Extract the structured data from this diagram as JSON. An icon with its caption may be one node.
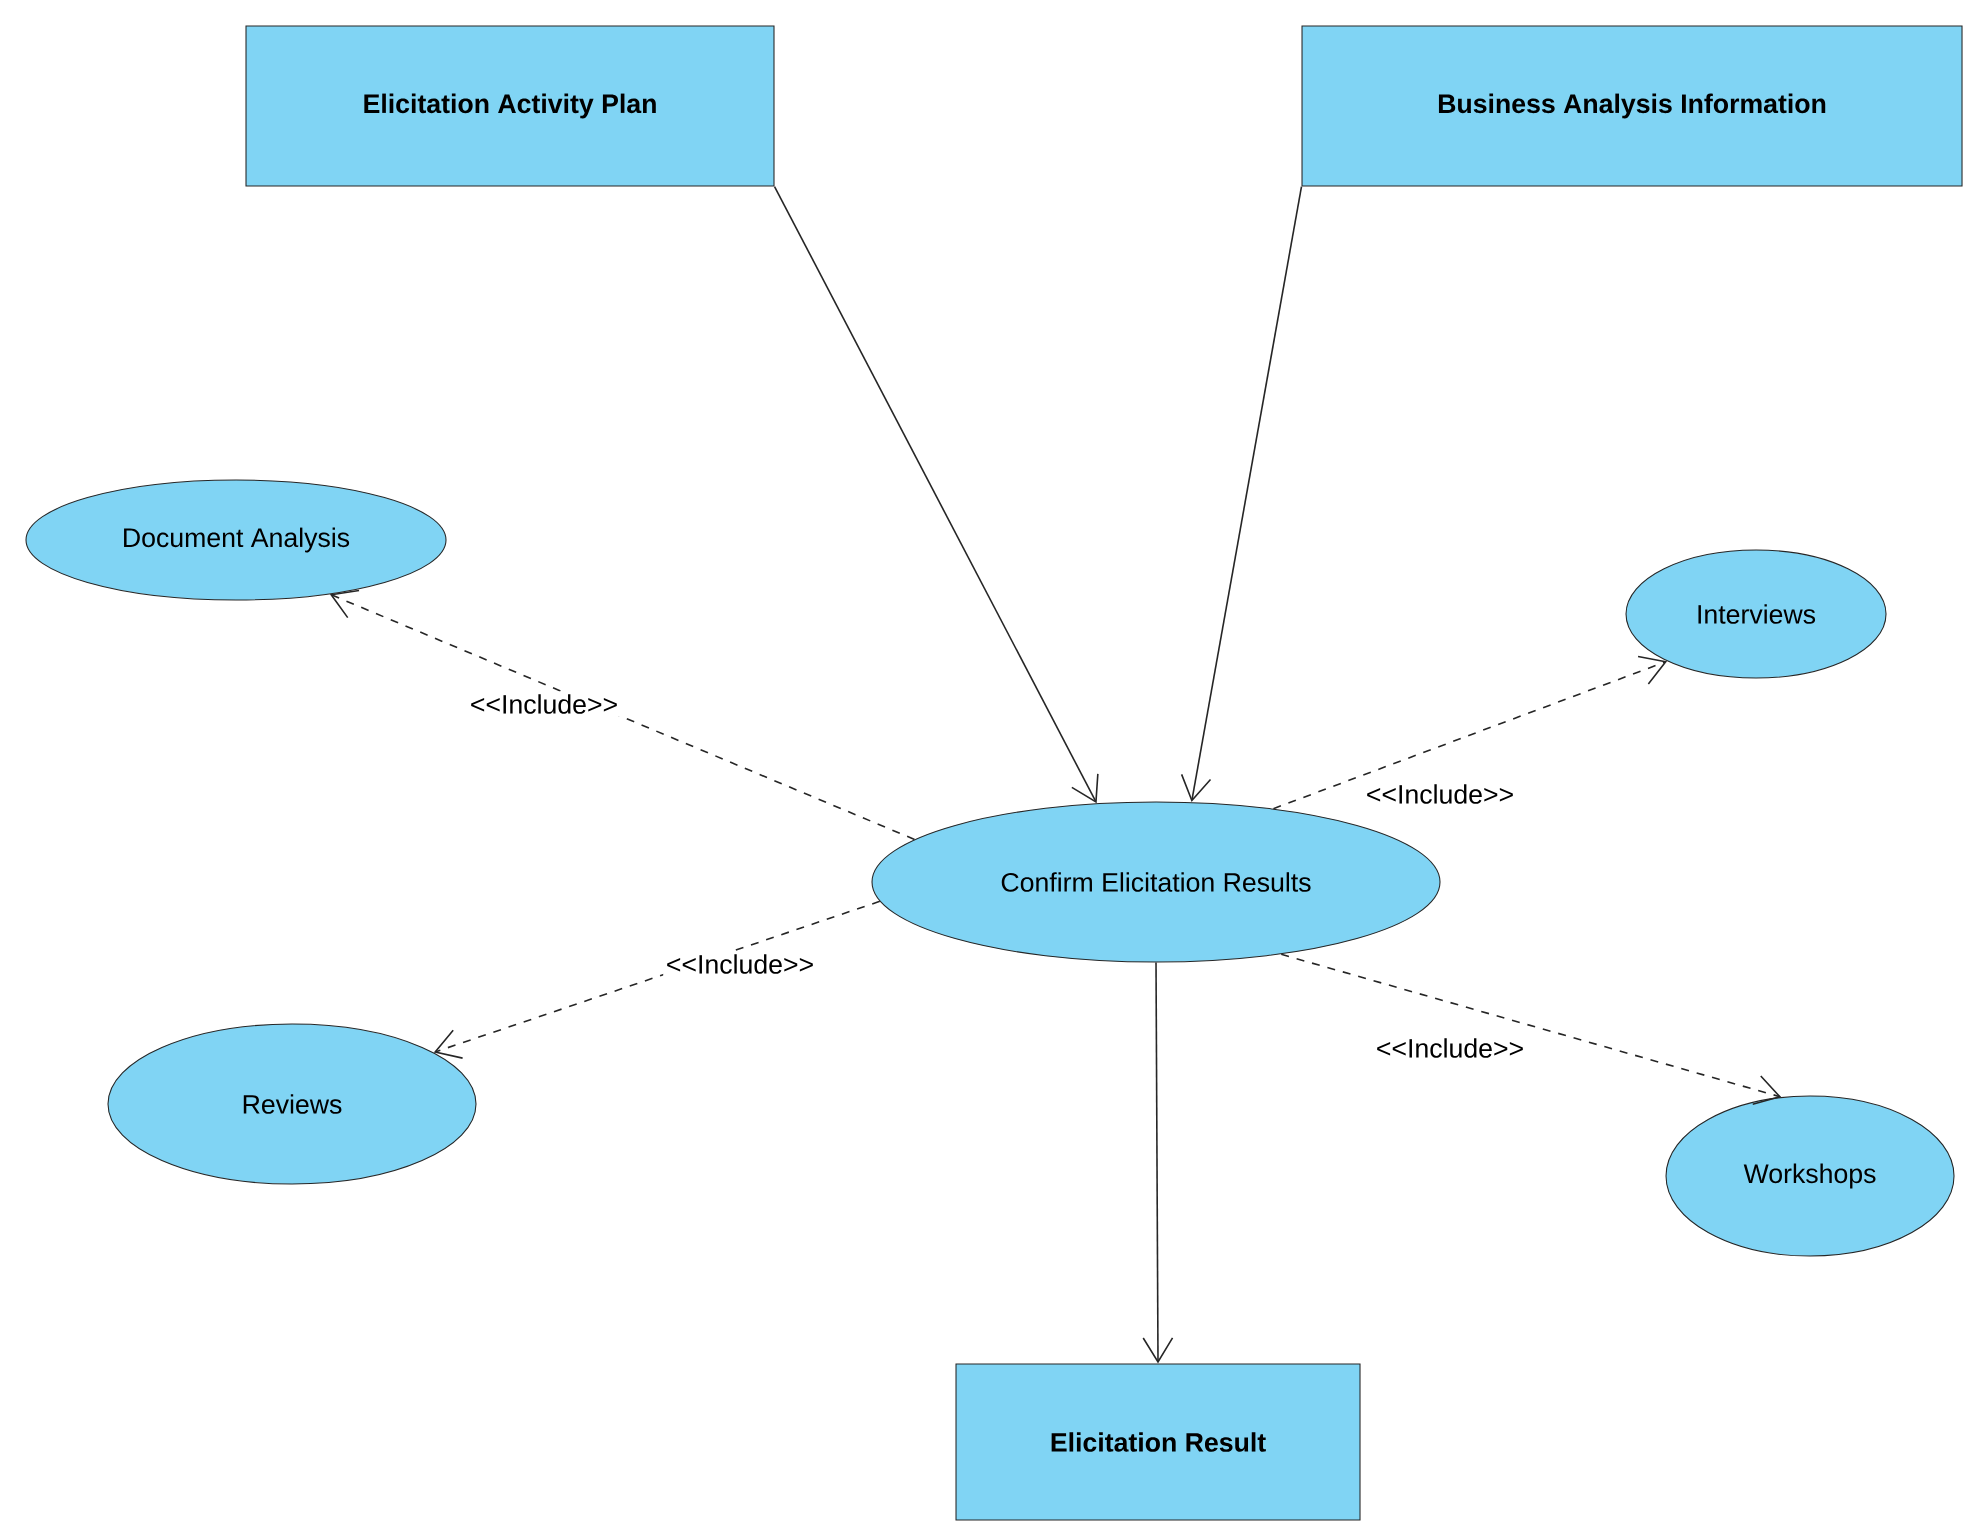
{
  "diagram": {
    "nodes": [
      {
        "text": [
          "Elicitation Activity Plan"
        ]
      },
      {
        "text": [
          "Business Analysis Information"
        ]
      },
      {
        "text": [
          "Document Analysis"
        ]
      },
      {
        "text": [
          "Interviews"
        ]
      },
      {
        "text": [
          "Confirm Elicitation Results"
        ]
      },
      {
        "text": [
          "Reviews"
        ]
      },
      {
        "text": [
          "Workshops"
        ]
      },
      {
        "text": [
          "Elicitation Result"
        ]
      }
    ],
    "edges": [
      {
        "from": 0,
        "to": 4,
        "arrow": "to"
      },
      {
        "from": 1,
        "to": 4,
        "arrow": "to"
      },
      {
        "from": 4,
        "to": 2,
        "arrow": "to",
        "label": "<<Include>>",
        "style": "dashed"
      },
      {
        "from": 4,
        "to": 3,
        "arrow": "to",
        "label": "<<Include>>",
        "style": "dashed"
      },
      {
        "from": 4,
        "to": 5,
        "arrow": "to",
        "label": "<<Include>>",
        "style": "dashed"
      },
      {
        "from": 4,
        "to": 6,
        "arrow": "to",
        "label": "<<Include>>",
        "style": "dashed"
      },
      {
        "from": 4,
        "to": 7,
        "arrow": "to"
      }
    ]
  }
}
